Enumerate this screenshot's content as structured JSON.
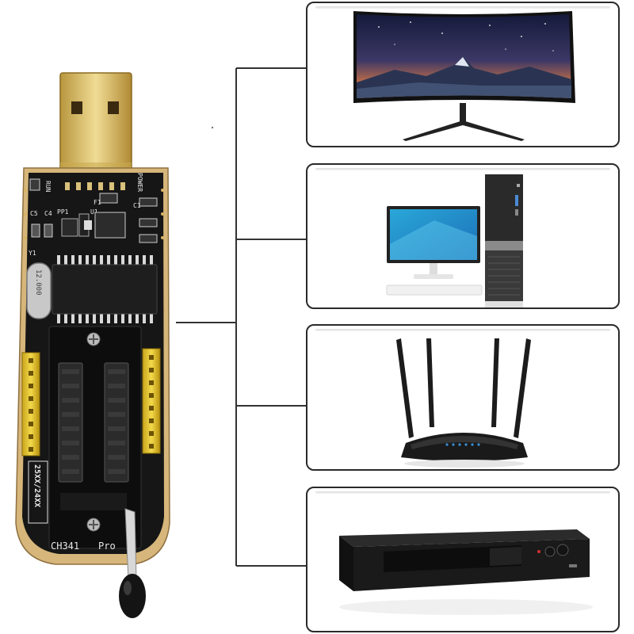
{
  "programmer": {
    "model_label": "CH341",
    "edition_label": "Pro",
    "pin_label": "25XX/24XX",
    "crystal_label": "12.000",
    "silkscreen": {
      "run": "RUN",
      "power": "POWER",
      "f1": "F1",
      "u1": "U1",
      "c1": "C1",
      "c4": "C4",
      "c5": "C5",
      "pp1": "PP1",
      "y1": "Y1"
    }
  },
  "devices": [
    {
      "name": "monitor",
      "icon": "curved-monitor-icon"
    },
    {
      "name": "desktop-computer",
      "icon": "desktop-pc-icon"
    },
    {
      "name": "router",
      "icon": "wifi-router-icon"
    },
    {
      "name": "set-top-box",
      "icon": "set-top-box-icon"
    }
  ]
}
